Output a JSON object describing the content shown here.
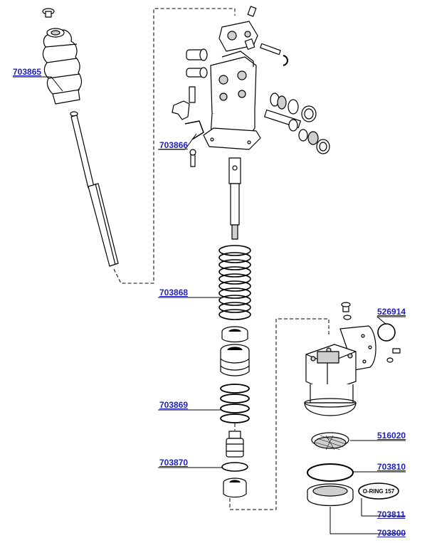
{
  "callouts": {
    "p703865": "703865",
    "p703866": "703866",
    "p703868": "703868",
    "p703869": "703869",
    "p703870": "703870",
    "p526914": "526914",
    "p516020": "516020",
    "p703810": "703810",
    "p703811": "703811",
    "p703800": "703800"
  },
  "oring_tag": "O-RING 157",
  "colors": {
    "link": "#2020c0",
    "line": "#000000",
    "fill": "#ffffff",
    "shade": "#cfcfcf"
  }
}
